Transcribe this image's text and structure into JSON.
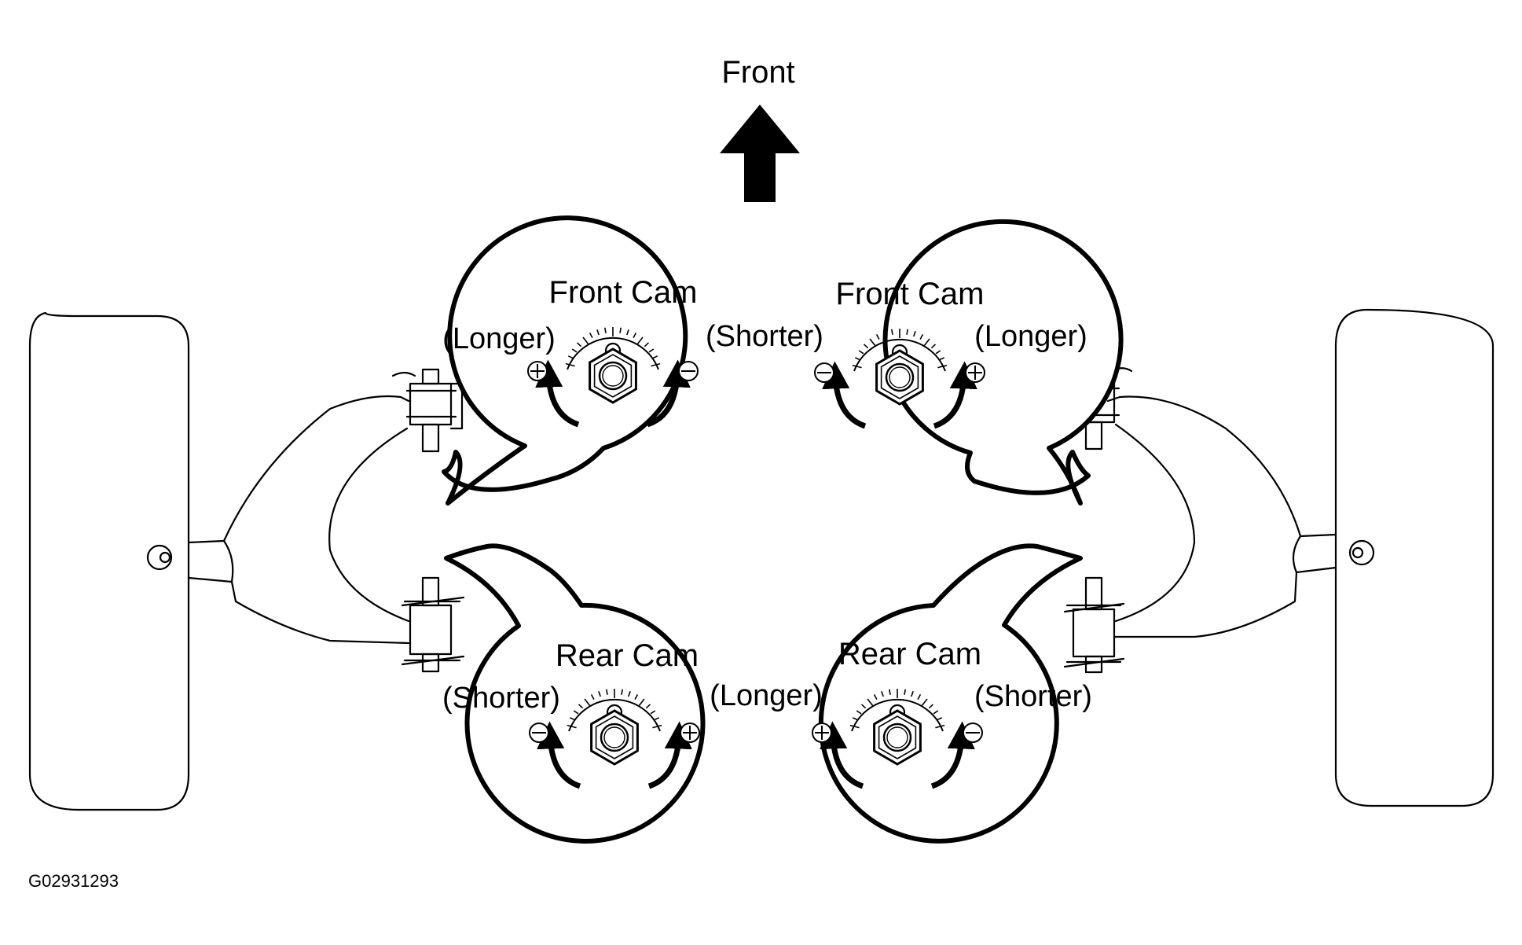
{
  "direction_label": "Front",
  "figure_code": "G02931293",
  "cams": [
    {
      "id": "front-left",
      "title": "Front Cam",
      "left_label": "(Longer)",
      "right_label": "(Shorter)",
      "left_sign": "plus",
      "right_sign": "minus"
    },
    {
      "id": "front-right",
      "title": "Front Cam",
      "left_label": "(Shorter)",
      "right_label": "(Longer)",
      "left_sign": "minus",
      "right_sign": "plus"
    },
    {
      "id": "rear-left",
      "title": "Rear Cam",
      "left_label": "(Shorter)",
      "right_label": "(Longer)",
      "left_sign": "minus",
      "right_sign": "plus"
    },
    {
      "id": "rear-right",
      "title": "Rear Cam",
      "left_label": "(Longer)",
      "right_label": "(Shorter)",
      "left_sign": "plus",
      "right_sign": "minus"
    }
  ],
  "icons": [
    "front-arrow-icon",
    "plus-circle-icon",
    "minus-circle-icon",
    "rotation-arrow-icon",
    "cam-bolt-icon",
    "wheel-icon",
    "suspension-arm-icon"
  ]
}
